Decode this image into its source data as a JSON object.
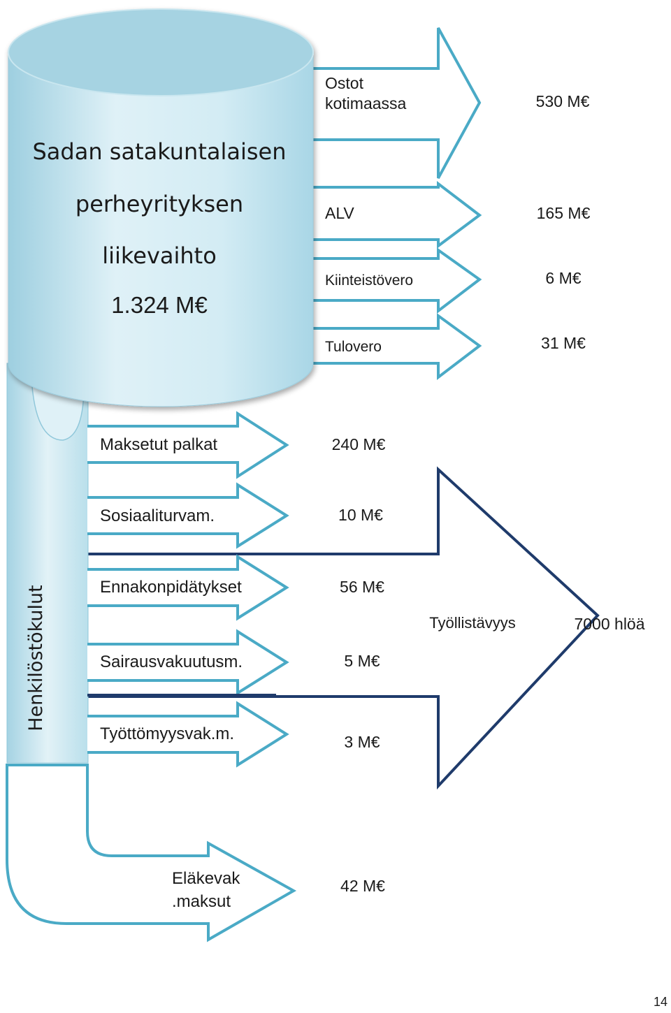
{
  "cylinder": {
    "lines": [
      "Sadan satakuntalaisen",
      "perheyrityksen",
      "liikevaihto",
      "1.324 M€"
    ]
  },
  "vertical_label": "Henkilöstökulut",
  "top_flows": [
    {
      "label_lines": [
        "Ostot",
        "kotimaassa"
      ],
      "value": "530 M€"
    },
    {
      "label_lines": [
        "ALV"
      ],
      "value": "165 M€"
    },
    {
      "label_lines": [
        "Kiinteistövero"
      ],
      "value": "6 M€"
    },
    {
      "label_lines": [
        "Tulovero"
      ],
      "value": "31 M€"
    }
  ],
  "staff_flows": [
    {
      "label": "Maksetut palkat",
      "value": "240 M€"
    },
    {
      "label": "Sosiaaliturvam.",
      "value": "10 M€"
    },
    {
      "label": "Ennakonpidätykset",
      "value": "56 M€"
    },
    {
      "label": "Sairausvakuutusm.",
      "value": "5 M€"
    },
    {
      "label": "Työttömyysvak.m.",
      "value": "3 M€"
    }
  ],
  "pension": {
    "label_lines": [
      "Eläkevak",
      ".maksut"
    ],
    "value": "42 M€"
  },
  "employment": {
    "label": "Työllistävyys",
    "value": "7000 hlöä"
  },
  "page_number": "14",
  "colors": {
    "light_blue_outline": "#4aaac6",
    "dark_blue_outline": "#1f3b6b",
    "cylinder_fill": "#bfe2ec",
    "cylinder_top": "#a6d3e2",
    "pipe_fill": "#cde9f1",
    "text": "#1a1a1a"
  }
}
